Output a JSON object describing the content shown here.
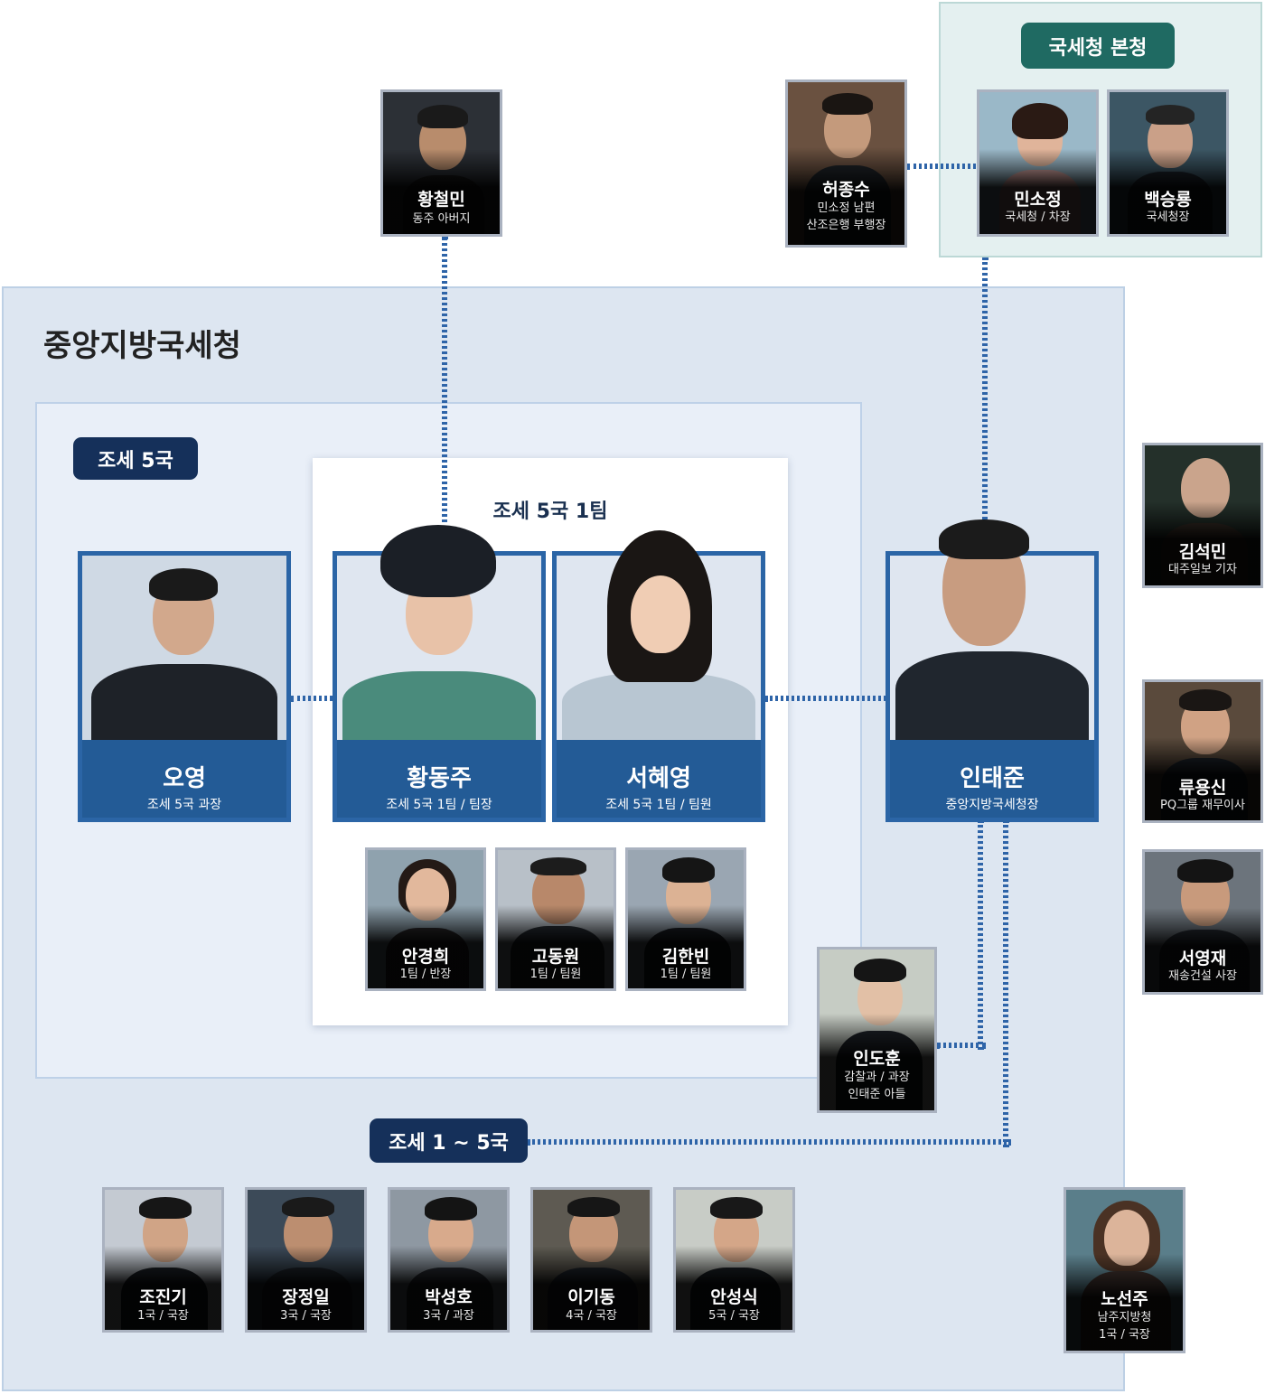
{
  "regions": {
    "hq_label": "국세청 본청",
    "central_label": "중앙지방국세청",
    "division5_label": "조세 5국",
    "team1_label": "조세 5국 1팀",
    "divisions_label": "조세 1 ~ 5국"
  },
  "main_cast": [
    {
      "name": "오영",
      "role": "조세 5국 과장"
    },
    {
      "name": "황동주",
      "role": "조세 5국 1팀 / 팀장"
    },
    {
      "name": "서혜영",
      "role": "조세 5국 1팀 / 팀원"
    },
    {
      "name": "인태준",
      "role": "중앙지방국세청장"
    }
  ],
  "team_members": [
    {
      "name": "안경희",
      "role": "1팀 / 반장"
    },
    {
      "name": "고동원",
      "role": "1팀 / 팀원"
    },
    {
      "name": "김한빈",
      "role": "1팀 / 팀원"
    }
  ],
  "top_people": {
    "hwang": {
      "name": "황철민",
      "role": "동주 아버지"
    },
    "heo": {
      "name": "허종수",
      "role1": "민소정 남편",
      "role2": "산조은행 부행장"
    },
    "min": {
      "name": "민소정",
      "role": "국세청 / 차장"
    },
    "baek": {
      "name": "백승룡",
      "role": "국세청장"
    }
  },
  "right_people": [
    {
      "name": "김석민",
      "role": "대주일보 기자"
    },
    {
      "name": "류용신",
      "role": "PQ그룹 재무이사"
    },
    {
      "name": "서영재",
      "role": "재송건설 사장"
    }
  ],
  "indo": {
    "name": "인도훈",
    "role1": "감찰과 / 과장",
    "role2": "인태준 아들"
  },
  "bureau_chiefs": [
    {
      "name": "조진기",
      "role": "1국 / 국장"
    },
    {
      "name": "장정일",
      "role": "3국 / 국장"
    },
    {
      "name": "박성호",
      "role": "3국 / 과장"
    },
    {
      "name": "이기동",
      "role": "4국 / 국장"
    },
    {
      "name": "안성식",
      "role": "5국 / 국장"
    }
  ],
  "noh": {
    "name": "노선주",
    "role1": "남주지방청",
    "role2": "1국 / 국장"
  },
  "colors": {
    "navy": "#15305a",
    "teal": "#1f6a62",
    "card_border": "#2b65a6",
    "connector": "#2e64a8"
  }
}
